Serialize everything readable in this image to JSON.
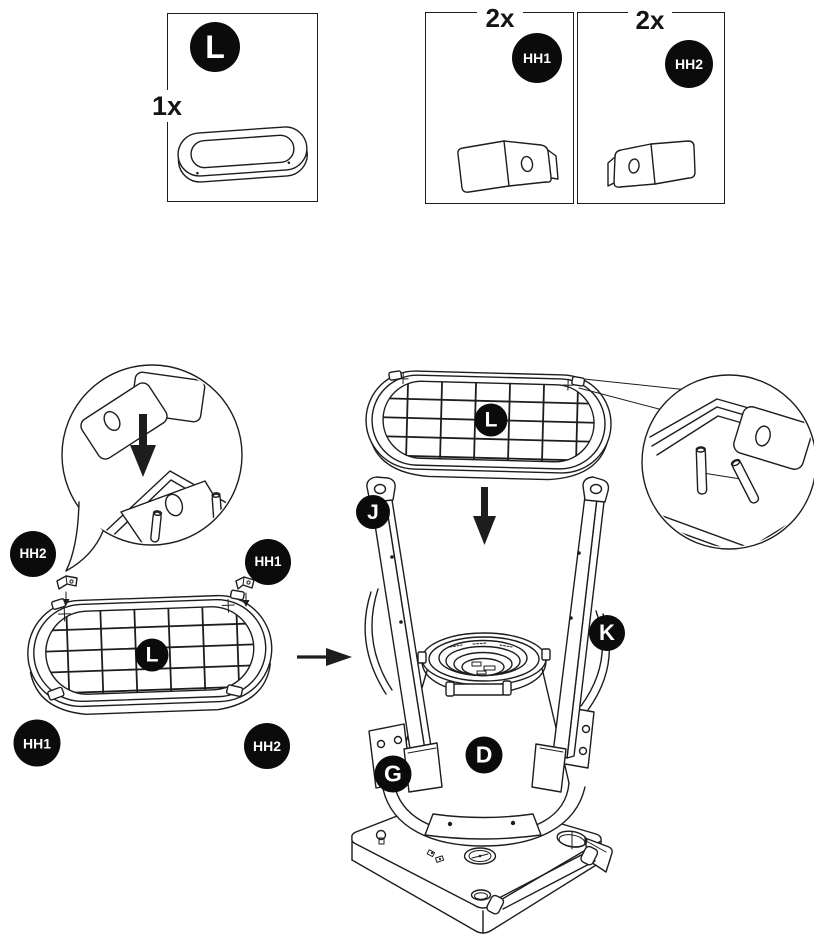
{
  "page": {
    "type": "assembly-instruction-step",
    "background": "#ffffff",
    "ink_color": "#1d1d1d",
    "badge_bg": "#0b0b0b",
    "badge_text_color": "#ffffff"
  },
  "parts_panel": {
    "boxes": [
      {
        "part": "L",
        "quantity": "1x"
      },
      {
        "part": "HH1",
        "quantity": "2x"
      },
      {
        "part": "HH2",
        "quantity": "2x"
      }
    ]
  },
  "step": {
    "left_assembly": {
      "grille_part": "L",
      "bracket_labels": [
        "HH2",
        "HH1",
        "HH1",
        "HH2"
      ]
    },
    "right_assembly": {
      "grille_part": "L",
      "component_labels": [
        "J",
        "K",
        "G",
        "D"
      ]
    }
  }
}
